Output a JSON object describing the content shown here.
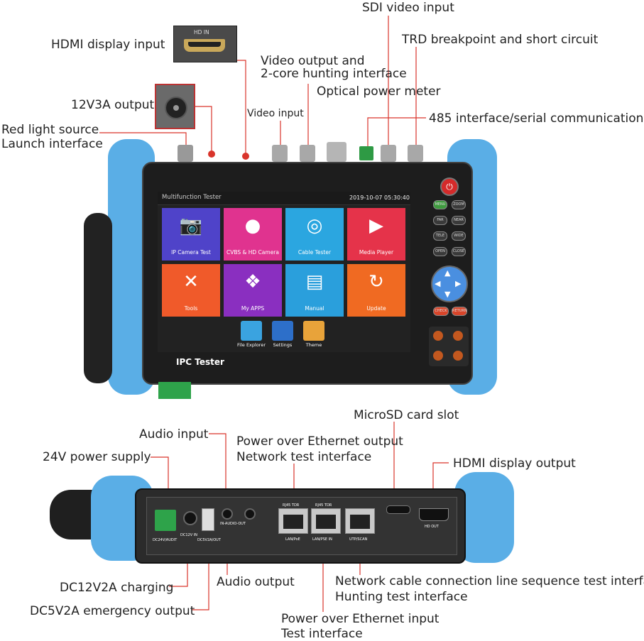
{
  "callouts_top": {
    "hdmi_in": "HDMI display input",
    "sdi": "SDI video input",
    "trd": "TRD breakpoint and short circuit",
    "video_out_1": "Video output and",
    "video_out_2": "2-core hunting interface",
    "optical": "Optical power meter",
    "v12": "12V3A output",
    "video_in": "Video input",
    "rs485": "485 interface/serial communication",
    "red_1": "Red light source",
    "red_2": "Launch interface"
  },
  "callouts_bottom": {
    "microsd": "MicroSD card slot",
    "audio_in": "Audio input",
    "poe_out_1": "Power over Ethernet output",
    "poe_out_2": "Network test interface",
    "v24": "24V power supply",
    "hdmi_out": "HDMI display output",
    "dc12": "DC12V2A charging",
    "audio_out": "Audio output",
    "net_1": "Network cable connection line sequence test interface",
    "net_2": "Hunting test interface",
    "dc5": "DC5V2A emergency output",
    "poe_in_1": "Power over Ethernet input",
    "poe_in_2": "Test interface"
  },
  "device": {
    "hd_in_label": "HD IN",
    "screen_title": "Multifunction Tester",
    "datetime": "2019-10-07 05:30:40",
    "brand": "IPC Tester",
    "tiles": [
      {
        "label": "IP Camera Test",
        "color": "#4f43c9"
      },
      {
        "label": "CVBS & HD Camera",
        "color": "#e0338f"
      },
      {
        "label": "Cable Tester",
        "color": "#2ba6e0"
      },
      {
        "label": "Media Player",
        "color": "#e5334a"
      },
      {
        "label": "Tools",
        "color": "#f05a2a"
      },
      {
        "label": "My APPS",
        "color": "#8a2fc0"
      },
      {
        "label": "Manual",
        "color": "#2a9fdc"
      },
      {
        "label": "Update",
        "color": "#f06a22"
      }
    ],
    "dock": [
      "File Explorer",
      "Settings",
      "Theme"
    ],
    "keys": [
      [
        "MENU",
        "ZOOM"
      ],
      [
        "FAR",
        "NEAR"
      ],
      [
        "TELE",
        "WIDE"
      ],
      [
        "OPEN",
        "CLOSE"
      ]
    ],
    "check": "CHECK",
    "return": "RETURN",
    "bottom_ports": {
      "dc24": "DC24V/AUDIT",
      "dc12in": "DC12V IN",
      "dc5out": "DC5V2A/OUT",
      "audio": "IN-AUDIO-OUT",
      "rj45_a": "RJ45 TDR",
      "rj45_b": "RJ45 TDR",
      "lan_poe": "LAN/PoE",
      "lan_pse": "LAN/PSE IN",
      "utp": "UTP/SCAN",
      "hdout": "HD OUT"
    }
  }
}
